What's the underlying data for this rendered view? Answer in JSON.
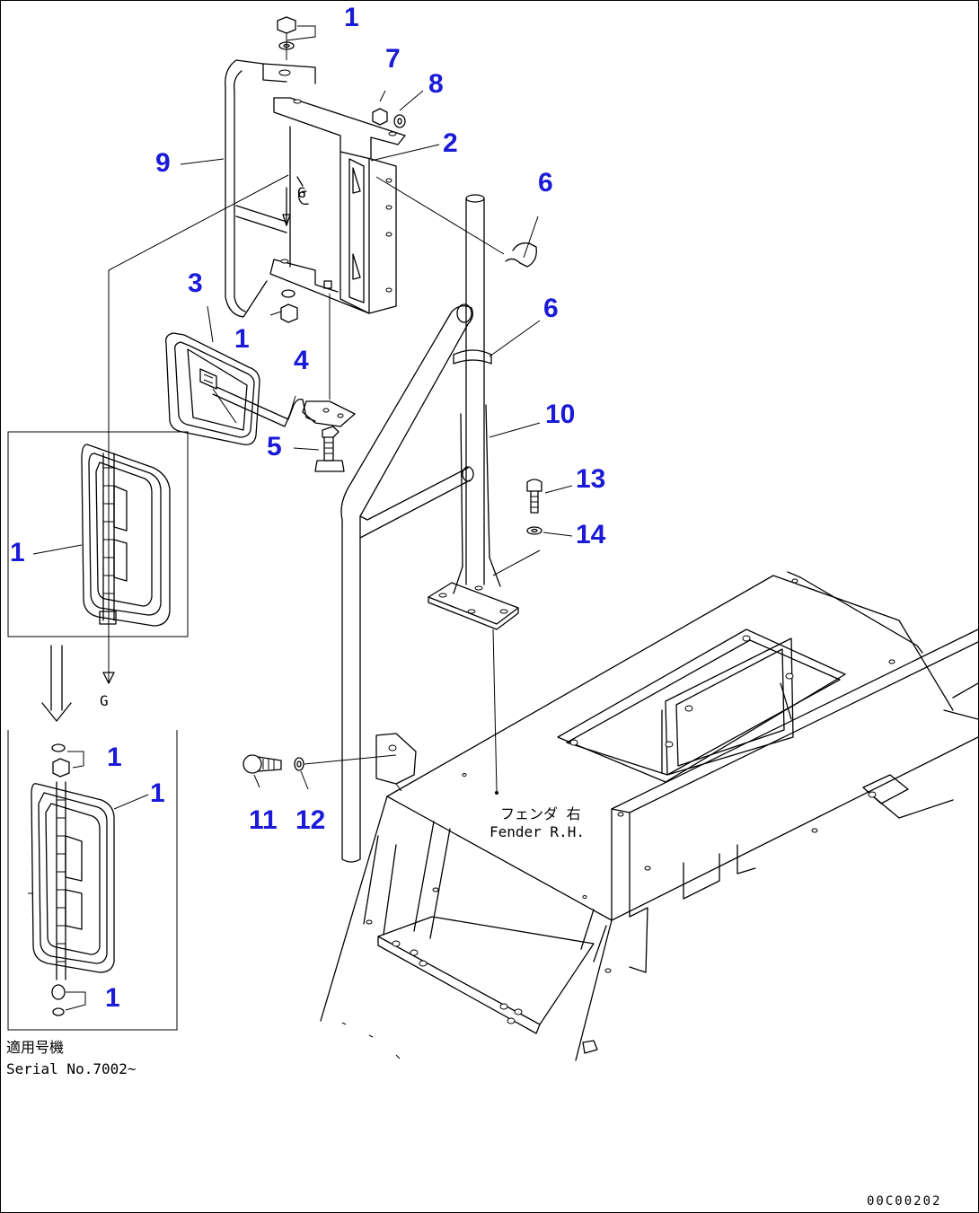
{
  "callouts": {
    "c1_top": "1",
    "c1_mid": "1",
    "c1_inset_a": "1",
    "c1_inset_b1": "1",
    "c1_inset_b2": "1",
    "c1_inset_b3": "1",
    "c2": "2",
    "c3": "3",
    "c4": "4",
    "c5": "5",
    "c6_upper": "6",
    "c6_lower": "6",
    "c7": "7",
    "c8": "8",
    "c9": "9",
    "c10": "10",
    "c11": "11",
    "c12": "12",
    "c13": "13",
    "c14": "14"
  },
  "labels": {
    "fender_jp": "フェンダ 右",
    "fender_en": "Fender R.H.",
    "serial_jp": "適用号機",
    "serial_en": "Serial No.7002~",
    "arrow_mark": "G",
    "drawing_number": "00C00202"
  },
  "colors": {
    "callout": "#1a1ad8",
    "line": "#000000",
    "background": "#ffffff"
  }
}
